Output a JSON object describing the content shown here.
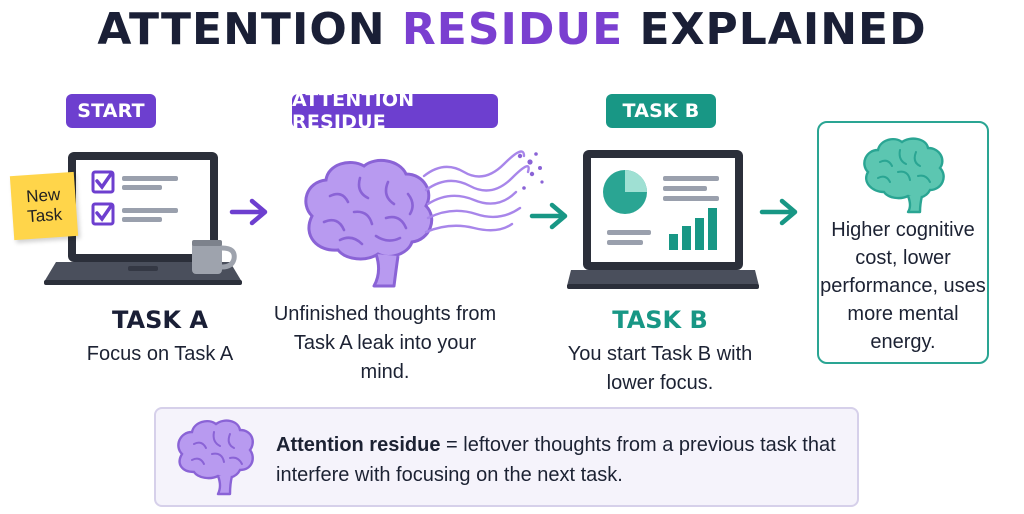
{
  "title": {
    "part1": "ATTENTION ",
    "accent": "RESIDUE",
    "part2": " EXPLAINED"
  },
  "colors": {
    "purple": "#6d3fcf",
    "teal": "#189785",
    "brain_purple": "#b89af0",
    "brain_teal": "#5cc6b1",
    "dark": "#1a1f36"
  },
  "stages": {
    "start": {
      "pill": "START",
      "sticky_note": "New\nTask",
      "heading": "TASK A",
      "description": "Focus on Task A",
      "icons": [
        "laptop-icon",
        "checklist-icon",
        "coffee-mug-icon",
        "sticky-note-icon"
      ]
    },
    "residue": {
      "pill": "ATTENTION RESIDUE",
      "description": "Unfinished thoughts from Task A leak into your mind.",
      "icons": [
        "brain-icon",
        "residue-waves-icon"
      ]
    },
    "task_b": {
      "pill": "TASK B",
      "heading": "TASK B",
      "description": "You start Task B with lower focus.",
      "icons": [
        "laptop-icon",
        "pie-chart-icon",
        "bar-chart-icon"
      ]
    },
    "outcome": {
      "text": "Higher cognitive cost, lower performance, uses more mental energy.",
      "icons": [
        "brain-icon"
      ]
    }
  },
  "definition": {
    "term": "Attention residue",
    "text": " = leftover thoughts from a previous task that interfere with focusing on the next task."
  },
  "arrows": [
    "arrow-right-icon",
    "arrow-right-icon",
    "arrow-right-icon"
  ]
}
